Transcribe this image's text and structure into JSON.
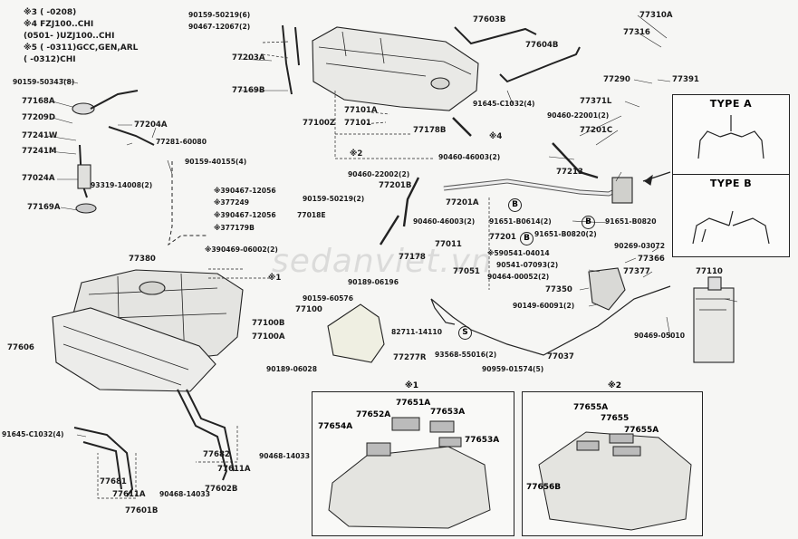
{
  "legend": {
    "line1": "※3 (    -0208)",
    "line2": "※4 FZJ100..CHI",
    "line3": "    (0501-    )UZJ100..CHI",
    "line4": "※5 (    -0311)GCC,GEN,ARL",
    "line5": "    (    -0312)CHI"
  },
  "type_a": "TYPE A",
  "type_b": "TYPE B",
  "inset1": {
    "mark": "※1",
    "parts": [
      "77651A",
      "77652A",
      "77653A",
      "77654A",
      "77653A"
    ]
  },
  "inset2": {
    "mark": "※2",
    "parts": [
      "77655A",
      "77655",
      "77655A",
      "77656B"
    ]
  },
  "watermark": "sedanviet.vn",
  "labels": {
    "p90159_50219_6": "90159-50219(6)",
    "p90467_12067_2": "90467-12067(2)",
    "p77203A": "77203A",
    "p77169B": "77169B",
    "p77603B": "77603B",
    "p77604B": "77604B",
    "p77310A": "77310A",
    "p77316": "77316",
    "p77290": "77290",
    "p77391": "77391",
    "p91645_C1032_4a": "91645-C1032(4)",
    "p77371L": "77371L",
    "p90460_22001_2": "90460-22001(2)",
    "p77201C": "77201C",
    "p77101A": "77101A",
    "p77100Z": "77100Z",
    "p77101": "77101",
    "p77178B": "77178B",
    "p90159_50343_8": "90159-50343(8)",
    "p77168A": "77168A",
    "p77209D": "77209D",
    "p77204A": "77204A",
    "p77241W": "77241W",
    "p77241M": "77241M",
    "p77281_60080": "77281-60080",
    "p77024A": "77024A",
    "p93319_14008_2": "93319-14008(2)",
    "p77169A": "77169A",
    "p90159_40155_4": "90159-40155(4)",
    "x2": "※2",
    "p90460_46003_2a": "90460-46003(2)",
    "x4": "※4",
    "p77213": "77213",
    "p90460_22002_2": "90460-22002(2)",
    "p90159_50219_2": "90159-50219(2)",
    "p77201B": "77201B",
    "p90467_12056": "※390467-12056",
    "p377249": "※377249",
    "p90467_12056b": "※390467-12056",
    "p77018E": "77018E",
    "p377179B": "※377179B",
    "p90469_06002_2": "※390469-06002(2)",
    "p77201A": "77201A",
    "p91651_B0614_2": "91651-B0614(2)",
    "p90460_46003_2b": "90460-46003(2)",
    "p91651_B0820": "91651-B0820",
    "p77201": "77201",
    "p91651_B0820_2": "91651-B0820(2)",
    "p90269_03072": "90269-03072",
    "p77011": "77011",
    "p77178": "77178",
    "p90541_04014": "※590541-04014",
    "p77366": "77366",
    "p90541_07093_2": "90541-07093(2)",
    "p77380": "77380",
    "x1": "※1",
    "p77051": "77051",
    "p90464_00052_2": "90464-00052(2)",
    "p77377": "77377",
    "p77110": "77110",
    "p90189_06196": "90189-06196",
    "p77350": "77350",
    "p90149_60091_2": "90149-60091(2)",
    "p90159_60576": "90159-60576",
    "p77100": "77100",
    "p77100B": "77100B",
    "p77100A": "77100A",
    "p82711_14110": "82711-14110",
    "p90469_05010": "90469-05010",
    "p93568_55016_2": "93568-55016(2)",
    "p77037": "77037",
    "p77606": "77606",
    "p77277R": "77277R",
    "p90189_06028": "90189-06028",
    "p90959_01574_5": "90959-01574(5)",
    "p91645_C1032_4b": "91645-C1032(4)",
    "p77682": "77682",
    "p90468_14033a": "90468-14033",
    "p77611A_a": "77611A",
    "p77602B": "77602B",
    "p77681": "77681",
    "p77611A_b": "77611A",
    "p90468_14033b": "90468-14033",
    "p77601B": "77601B",
    "circleB": "B",
    "circleS": "S"
  }
}
